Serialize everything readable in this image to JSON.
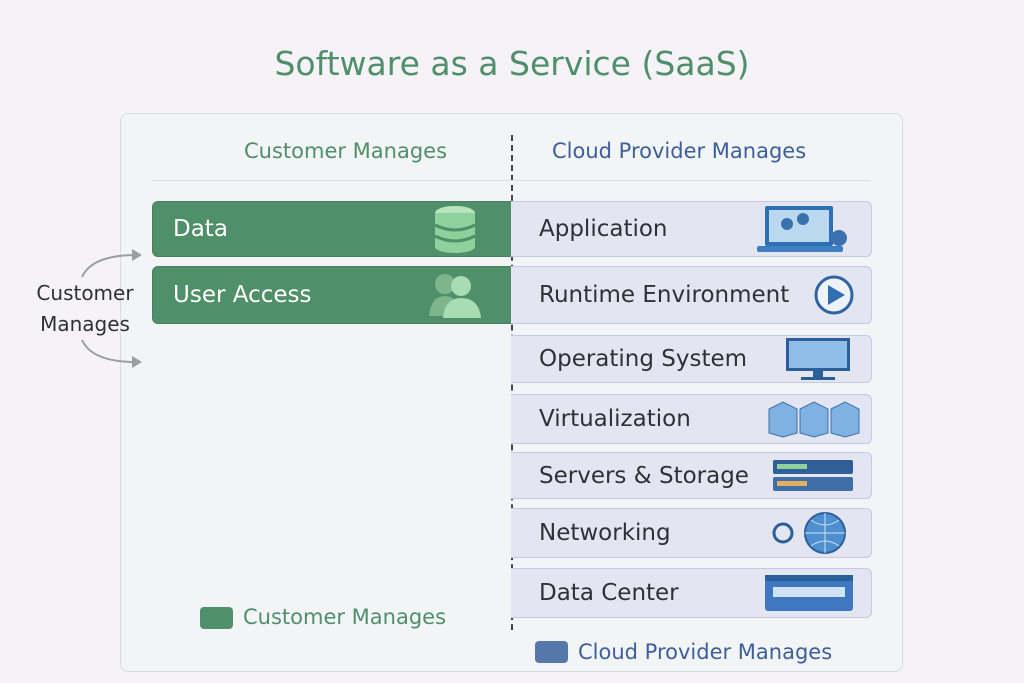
{
  "title": "Software as a Service (SaaS)",
  "headers": {
    "customer": "Customer Manages",
    "provider": "Cloud Provider Manages"
  },
  "side_label": {
    "line1": "Customer",
    "line2": "Manages"
  },
  "customer_rows": [
    {
      "label": "Data",
      "icon": "database-icon"
    },
    {
      "label": "User Access",
      "icon": "users-icon"
    }
  ],
  "provider_rows": [
    {
      "label": "Application",
      "icon": "laptop-gears-icon"
    },
    {
      "label": "Runtime Environment",
      "icon": "play-icon"
    },
    {
      "label": "Operating System",
      "icon": "monitor-icon"
    },
    {
      "label": "Virtualization",
      "icon": "virtual-servers-icon"
    },
    {
      "label": "Servers & Storage",
      "icon": "server-rack-icon"
    },
    {
      "label": "Networking",
      "icon": "globe-network-icon"
    },
    {
      "label": "Data Center",
      "icon": "data-center-icon"
    }
  ],
  "legend": {
    "customer": "Customer Manages",
    "provider": "Cloud Provider Manages"
  },
  "colors": {
    "customer": "#4f8f6a",
    "provider": "#3d5f9a"
  }
}
